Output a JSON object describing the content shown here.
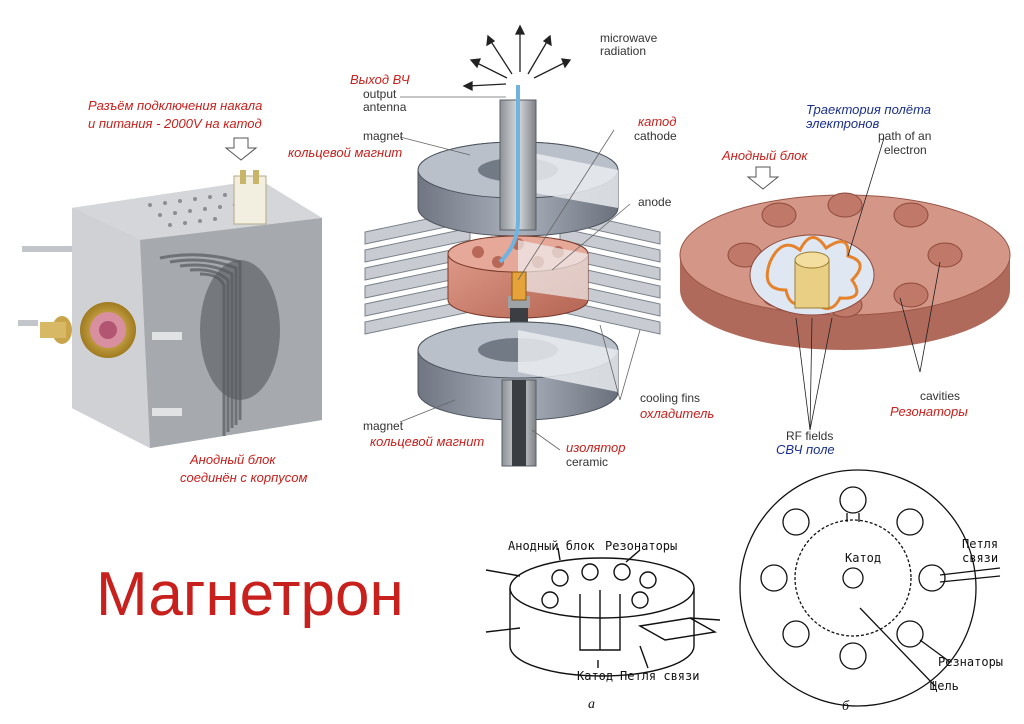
{
  "title": "Магнетрон",
  "photo": {
    "connector_label": "Разъём подключения накала и питания - 2000V на катод",
    "connector_label_line1": "Разъём подключения накала",
    "connector_label_line2": "и питания - 2000V на катод",
    "anode_label_line1": "Анодный блок",
    "anode_label_line2": "соединён с корпусом"
  },
  "cutaway": {
    "output_ru": "Выход ВЧ",
    "output_en_1": "output",
    "output_en_2": "antenna",
    "radiation_1": "microwave",
    "radiation_2": "radiation",
    "magnet_top_en": "magnet",
    "magnet_top_ru": "кольцевой магнит",
    "cathode_ru": "катод",
    "cathode_en": "cathode",
    "anode_en": "anode",
    "fins_en": "cooling fins",
    "fins_ru": "охладитель",
    "magnet_bottom_en": "magnet",
    "magnet_bottom_ru": "кольцевой магнит",
    "insulator_ru": "изолятор",
    "insulator_en": "ceramic"
  },
  "anode_block": {
    "title_ru": "Анодный блок",
    "trajectory_ru_1": "Траектория полёта",
    "trajectory_ru_2": "электронов",
    "path_en_1": "path of an",
    "path_en_2": "electron",
    "cavities_en": "cavities",
    "cavities_ru": "Резонаторы",
    "rf_en": "RF fields",
    "rf_ru": "СВЧ поле"
  },
  "sketch_a": {
    "anode_block": "Анодный блок",
    "resonators": "Резонаторы",
    "cathode": "Катод",
    "coupling_loop": "Петля связи",
    "caption": "а"
  },
  "sketch_b": {
    "cathode": "Катод",
    "coupling_loop_1": "Петля",
    "coupling_loop_2": "связи",
    "resonators": "Резнаторы",
    "slot": "Щель",
    "caption": "б"
  }
}
